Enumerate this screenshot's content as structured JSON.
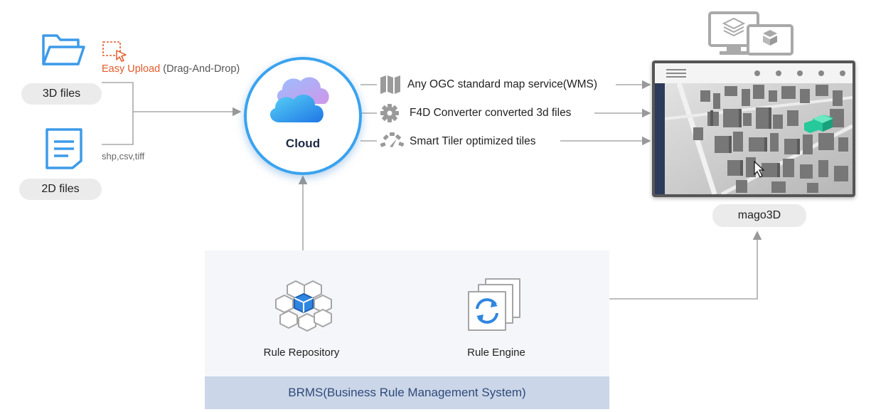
{
  "inputs": {
    "files_3d": "3D files",
    "files_2d": "2D files",
    "easy_upload": "Easy Upload",
    "drag_and_drop": "(Drag-And-Drop)",
    "formats": "shp,csv,tiff"
  },
  "cloud": {
    "label": "Cloud"
  },
  "services": [
    {
      "icon": "map-icon",
      "label": "Any OGC standard map service(WMS)"
    },
    {
      "icon": "gear-icon",
      "label": "F4D Converter converted 3d files"
    },
    {
      "icon": "gauge-icon",
      "label": "Smart Tiler optimized tiles"
    }
  ],
  "viewer": {
    "label": "mago3D"
  },
  "brms": {
    "title": "BRMS(Business Rule Management System)",
    "repository": "Rule Repository",
    "engine": "Rule Engine"
  },
  "colors": {
    "accent_blue": "#3aa3ee",
    "upload_red": "#e25a2b",
    "brms_band": "#cbd6e8",
    "brms_text": "#2f4a7a"
  }
}
